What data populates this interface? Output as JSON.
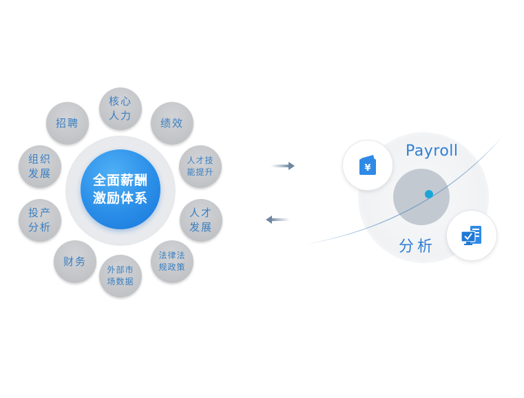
{
  "center": {
    "line1": "全面薪酬",
    "line2": "激励体系"
  },
  "nodes": [
    {
      "id": "core-hr",
      "lines": [
        "核心",
        "人力"
      ]
    },
    {
      "id": "performance",
      "lines": [
        "绩效"
      ]
    },
    {
      "id": "talent-skill",
      "lines": [
        "人才技",
        "能提升"
      ]
    },
    {
      "id": "talent-development",
      "lines": [
        "人才",
        "发展"
      ]
    },
    {
      "id": "laws-policies",
      "lines": [
        "法律法",
        "规政策"
      ]
    },
    {
      "id": "external-market",
      "lines": [
        "外部市",
        "场数据"
      ]
    },
    {
      "id": "finance",
      "lines": [
        "财务"
      ]
    },
    {
      "id": "roi-analysis",
      "lines": [
        "投产",
        "分析"
      ]
    },
    {
      "id": "org-development",
      "lines": [
        "组织",
        "发展"
      ]
    },
    {
      "id": "recruitment",
      "lines": [
        "招聘"
      ]
    }
  ],
  "right": {
    "payroll": "Payroll",
    "analysis": "分析",
    "icons": {
      "top": "wallet-yen-icon",
      "bottom": "monitor-report-icon"
    }
  },
  "colors": {
    "accent": "#2f7fd1",
    "center_fill": "#2a8ee8",
    "node_fill": "#c4c6c9",
    "node_text": "#3a7fc1",
    "hub": "#c3c9d1",
    "dot": "#1aa6d6"
  }
}
